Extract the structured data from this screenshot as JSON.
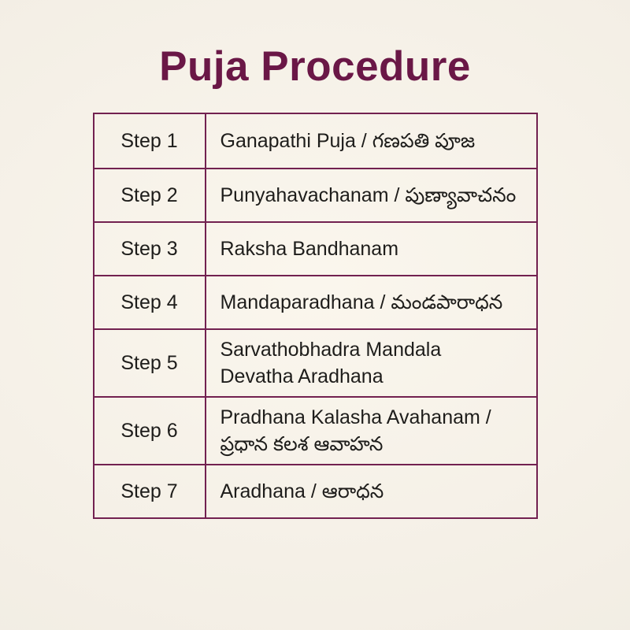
{
  "colors": {
    "background": "#f5efe5",
    "accent": "#6a1746",
    "border": "#722150",
    "text": "#1e1d1b"
  },
  "header": {
    "title": "Puja Procedure"
  },
  "table": {
    "rows": [
      {
        "step": "Step 1",
        "description": [
          "Ganapathi Puja / గణపతి పూజ"
        ]
      },
      {
        "step": "Step 2",
        "description": [
          "Punyahavachanam / పుణ్యావాచనం"
        ]
      },
      {
        "step": "Step 3",
        "description": [
          "Raksha Bandhanam"
        ]
      },
      {
        "step": "Step 4",
        "description": [
          "Mandaparadhana / మండపారాధన"
        ]
      },
      {
        "step": "Step 5",
        "description": [
          "Sarvathobhadra Mandala",
          "Devatha Aradhana"
        ]
      },
      {
        "step": "Step 6",
        "description": [
          "Pradhana Kalasha Avahanam /",
          "ప్రధాన కలశ ఆవాహన"
        ]
      },
      {
        "step": "Step 7",
        "description": [
          "Aradhana / ఆరాధన"
        ]
      }
    ]
  }
}
